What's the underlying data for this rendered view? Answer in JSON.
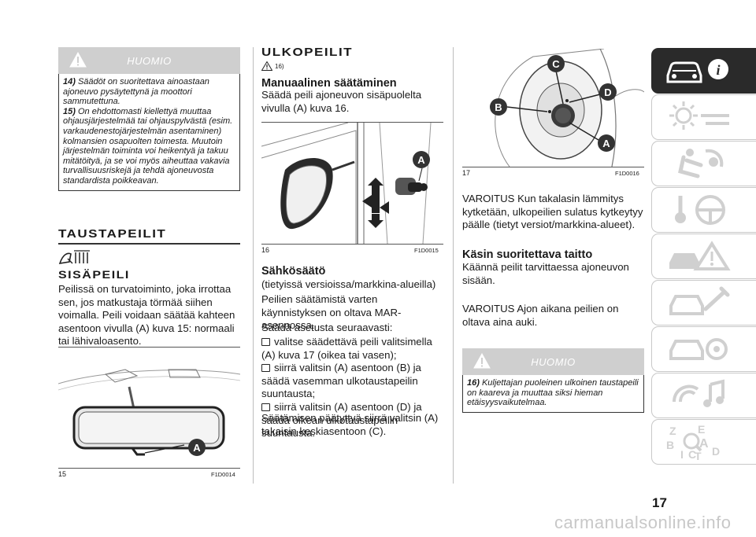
{
  "note_left": {
    "title": "HUOMIO",
    "items": [
      {
        "ref": "14)",
        "text": "Säädöt on suoritettava ainoastaan ajoneuvo pysäytettynä ja moottori sammutettuna."
      },
      {
        "ref": "15)",
        "text": "On ehdottomasti kiellettyä muuttaa ohjausjärjestelmää tai ohjauspylvästä (esim. varkaudenestojärjestelmän asentaminen) kolmansien osapuolten toimesta. Muutoin järjestelmän toiminta voi heikentyä ja takuu mitätöityä, ja se voi myös aiheuttaa vakavia turvallisuusriskejä ja tehdä ajoneuvosta standardista poikkeavan."
      }
    ]
  },
  "left": {
    "section_title": "TAUSTAPEILIT",
    "sub_title": "SISÄPEILI",
    "paragraph": "Peilissä on turvatoiminto, joka irrottaa sen, jos matkustaja törmää siihen voimalla. Peili voidaan säätää kahteen asentoon vivulla (A) kuva 15: normaali tai lähivaloasento.",
    "figure": {
      "num": "15",
      "code": "F1D0014",
      "label": "A"
    }
  },
  "middle": {
    "section_title": "ULKOPEILIT",
    "warn_ref": "16)",
    "sub_title_1": "Manuaalinen säätäminen",
    "para_1": "Säädä peili ajoneuvon sisäpuolelta vivulla (A) kuva 16.",
    "figure": {
      "num": "16",
      "code": "F1D0015",
      "label": "A"
    },
    "sub_title_2": "Sähkösäätö",
    "para_2": "(tietyissä versioissa/markkina-alueilla)",
    "para_3": "Peilien säätämistä varten käynnistyksen on oltava MAR-asennossa.",
    "para_4": "Säädä asetusta seuraavasti:",
    "bullets": [
      "valitse säädettävä peili valitsimella (A) kuva 17 (oikea tai vasen);",
      "siirrä valitsin (A) asentoon (B) ja säädä vasemman ulkotaustapeilin suuntausta;",
      "siirrä valitsin (A) asentoon (D) ja säädä oikean ulkotaustapeilin suuntausta."
    ],
    "para_5": "Säätämisen päätyttyä siirrä valitsin (A) takaisin keskiasentoon (C)."
  },
  "right": {
    "figure": {
      "num": "17",
      "code": "F1D0016",
      "labels": [
        "C",
        "B",
        "D",
        "A"
      ]
    },
    "para_1": "VAROITUS Kun takalasin lämmitys kytketään, ulkopeilien sulatus kytkeytyy päälle (tietyt versiot/markkina-alueet).",
    "sub_title": "Käsin suoritettava taitto",
    "para_2": "Käännä peilit tarvittaessa ajoneuvon sisään.",
    "para_3": "VAROITUS Ajon aikana peilien on oltava aina auki.",
    "note": {
      "title": "HUOMIO",
      "ref": "16)",
      "text": "Kuljettajan puoleinen ulkoinen taustapeili on kaareva ja muuttaa siksi hieman etäisyysvaikutelmaa."
    }
  },
  "tabs": [
    {
      "icon": "car-info-icon",
      "active": true
    },
    {
      "icon": "warning-lights-icon",
      "active": false
    },
    {
      "icon": "airbag-seat-icon",
      "active": false
    },
    {
      "icon": "key-steering-icon",
      "active": false
    },
    {
      "icon": "emergency-triangle-icon",
      "active": false
    },
    {
      "icon": "maintenance-icon",
      "active": false
    },
    {
      "icon": "technical-data-icon",
      "active": false
    },
    {
      "icon": "multimedia-icon",
      "active": false
    },
    {
      "icon": "index-letters-icon",
      "active": false
    }
  ],
  "index_letters": [
    "Z",
    "E",
    "B",
    "A",
    "I",
    "C",
    "T",
    "D"
  ],
  "page_number": "17",
  "watermark": "carmanualsonline.info"
}
